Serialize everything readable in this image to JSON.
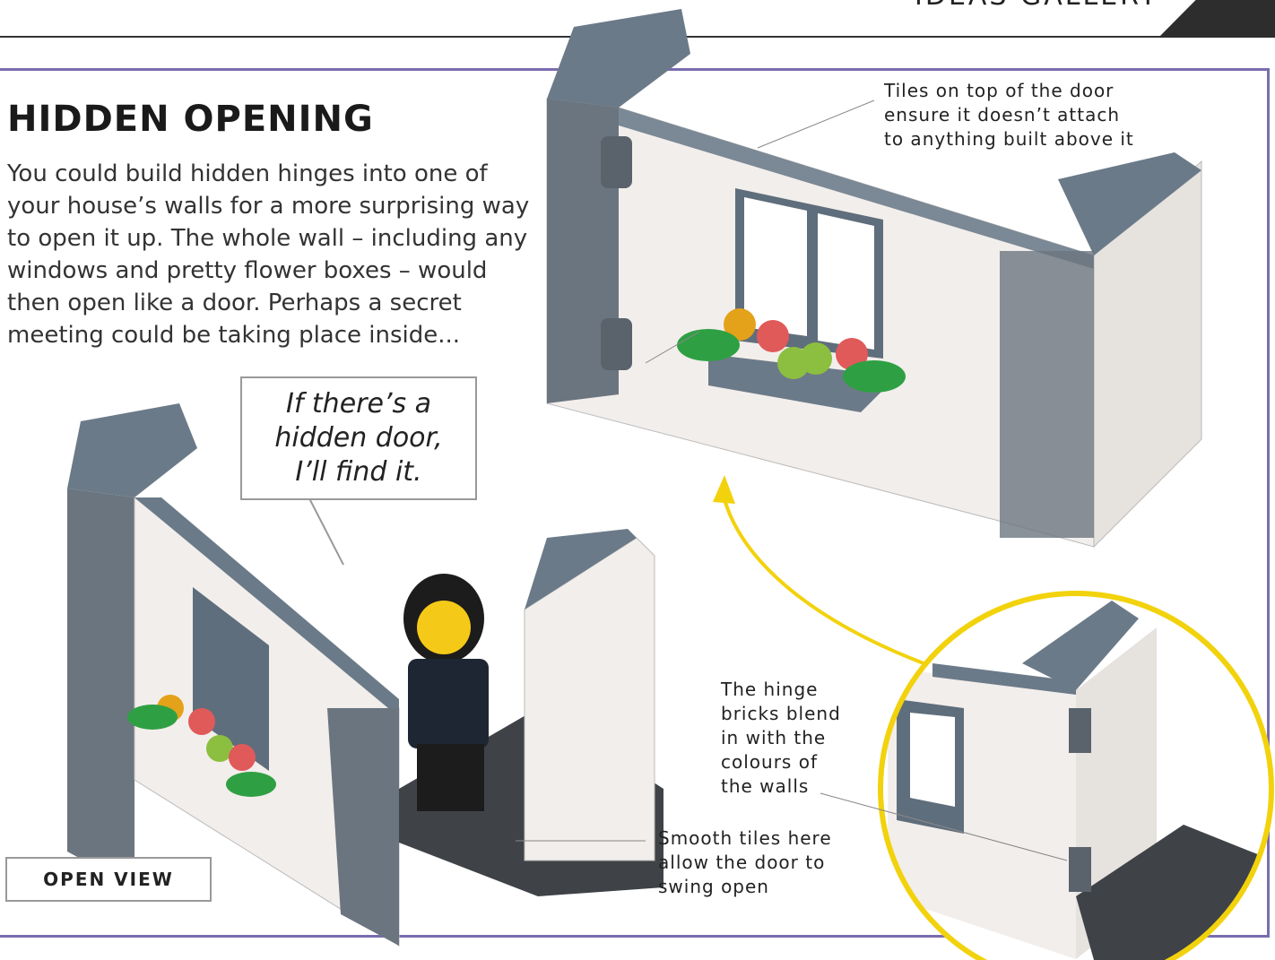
{
  "header": {
    "section_title": "IDEAS GALLERY"
  },
  "main": {
    "title": "HIDDEN OPENING",
    "body": "You could build hidden hinges into one of your house’s walls for a more surprising way to open it up. The whole wall – including any windows and pretty flower boxes – would then open like a door. Perhaps a secret meeting could be taking place inside...",
    "speech_bubble": [
      "If there’s a",
      "hidden door,",
      "I’ll find it."
    ],
    "captions": {
      "tiles_top": [
        "Tiles on top of the door",
        "ensure it doesn’t attach",
        "to anything built above it"
      ],
      "hinge_bricks": [
        "The hinge",
        "bricks blend",
        "in with the",
        "colours of",
        "the walls"
      ],
      "smooth_tiles": [
        "Smooth tiles here",
        "allow the door to",
        "swing open"
      ]
    },
    "view_label": "OPEN VIEW"
  },
  "colors": {
    "frame": "#7b6cb0",
    "highlight": "#f2d20c",
    "brick_dark": "#6b7580",
    "brick_light": "#f2eeeb"
  }
}
